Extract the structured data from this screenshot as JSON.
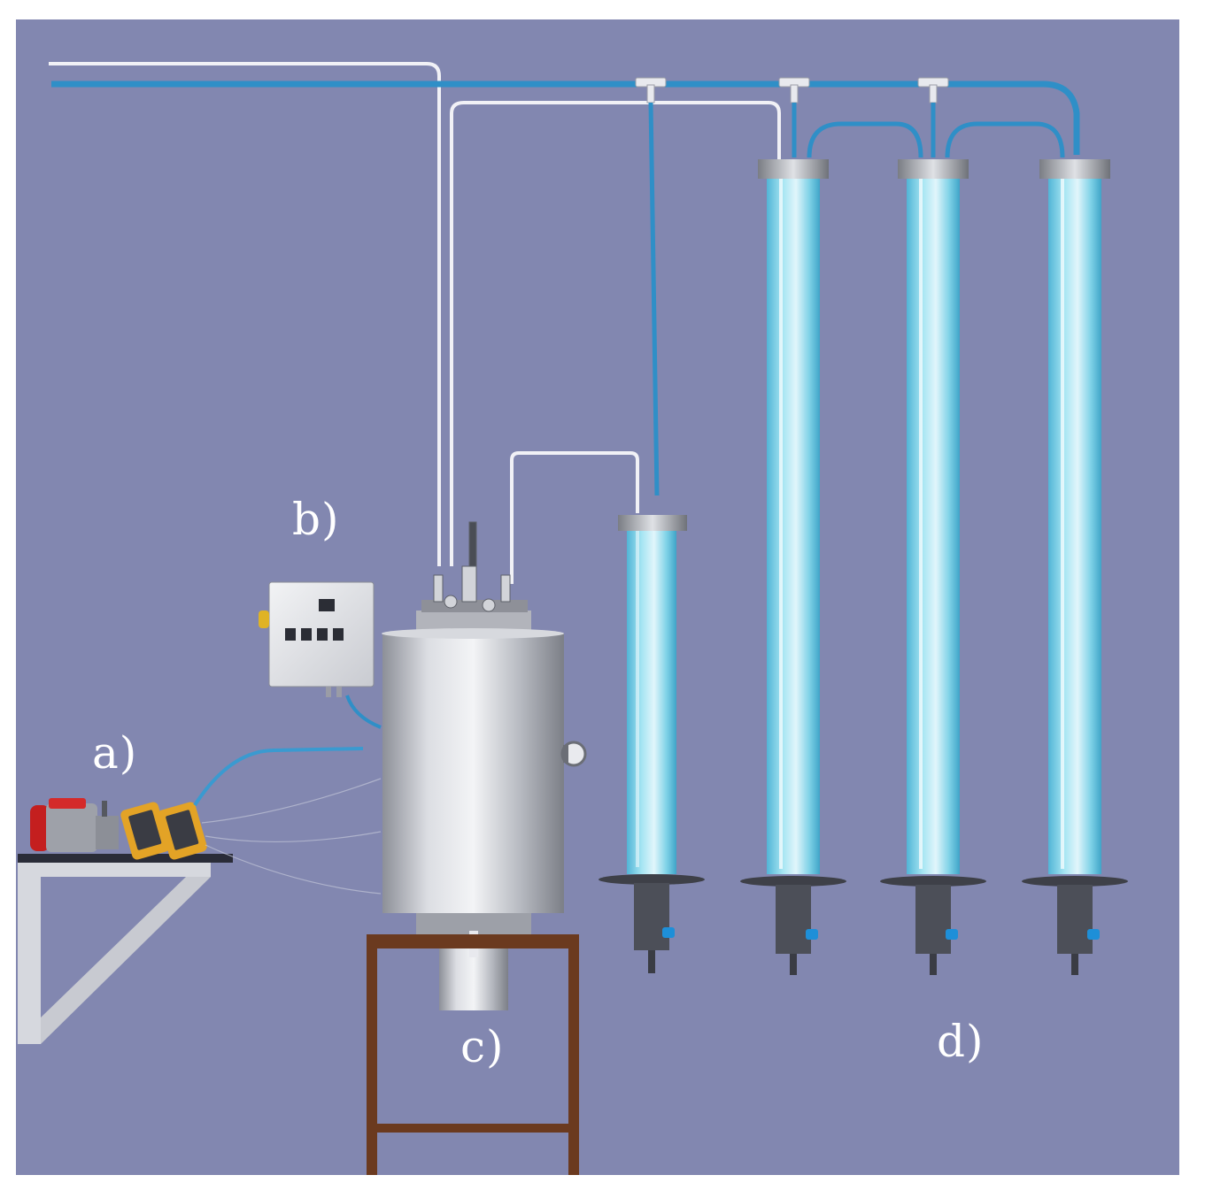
{
  "labels": {
    "a": "a)",
    "b": "b)",
    "c": "c)",
    "d": "d)"
  },
  "colors": {
    "background": "#8287b0",
    "water_tube": "#2f8fc7",
    "gas_tube": "#f1f1f6",
    "column_liquid": "#7fd6ea",
    "steel": "#c4c6cc",
    "stand_wood": "#6b3a1f",
    "bracket": "#d6d8de",
    "pump_red": "#d42a2a",
    "meter_yellow": "#e3a326",
    "valve_blue": "#1e8fd8"
  }
}
